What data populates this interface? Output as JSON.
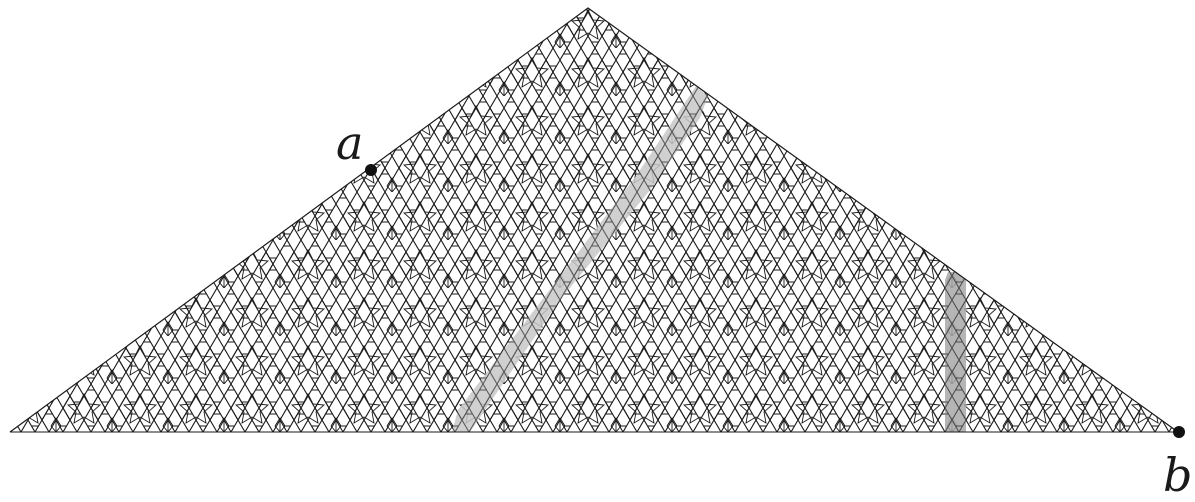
{
  "figure": {
    "point_a_label": "a",
    "point_b_label": "b",
    "colors": {
      "background": "#ffffff",
      "stroke": "#1a1a1a",
      "highlight": "#c8c8c8",
      "point": "#111111"
    },
    "strips": {
      "count": 2,
      "description_shape": [
        "diagonal",
        "vertical"
      ]
    }
  }
}
